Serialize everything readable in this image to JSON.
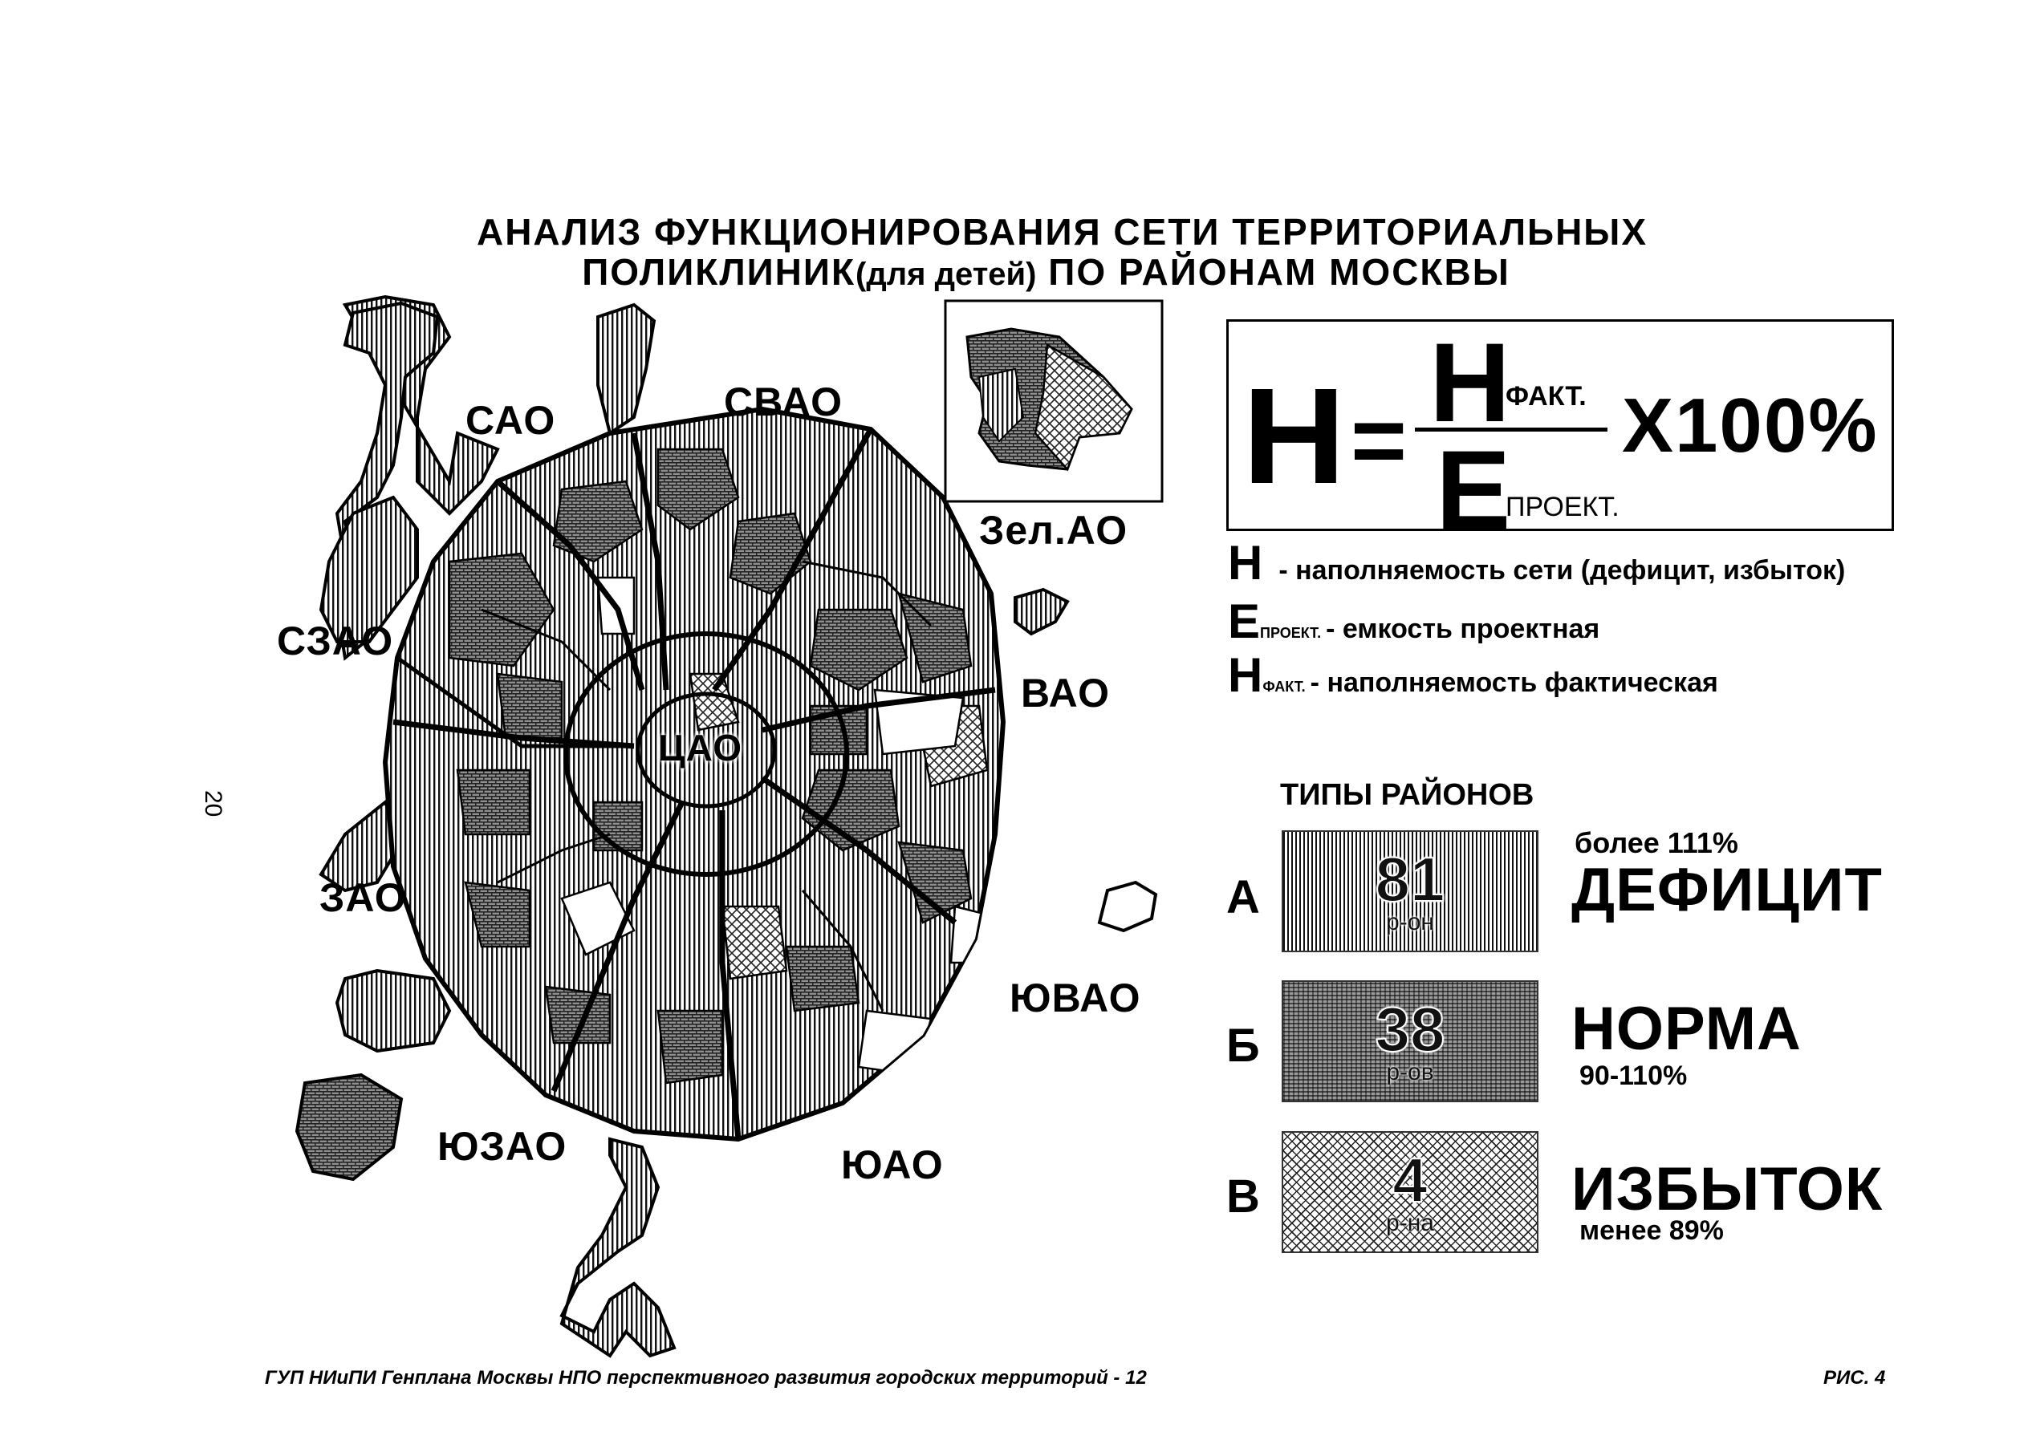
{
  "title": {
    "line1": "АНАЛИЗ ФУНКЦИОНИРОВАНИЯ СЕТИ ТЕРРИТОРИАЛЬНЫХ",
    "line2_a": "ПОЛИКЛИНИК",
    "line2_b": "(для детей)",
    "line2_c": "ПО РАЙОНАМ МОСКВЫ"
  },
  "formula": {
    "lhs": "Н",
    "eq": "=",
    "num": "Н",
    "num_sub": "ФАКТ.",
    "den": "Е",
    "den_sub": "ПРОЕКТ.",
    "mult": "Х100%"
  },
  "definitions": [
    {
      "letter": "Н",
      "sub": "",
      "text": "- наполняемость сети (дефицит, избыток)"
    },
    {
      "letter": "Е",
      "sub": "ПРОЕКТ.",
      "text": "- емкость проектная"
    },
    {
      "letter": "Н",
      "sub": "ФАКТ.",
      "text": "- наполняемость фактическая"
    }
  ],
  "types": {
    "title": "ТИПЫ РАЙОНОВ",
    "items": [
      {
        "letter": "А",
        "count": "81",
        "unit": "р-он",
        "top_note": "более 111%",
        "status": "ДЕФИЦИТ",
        "bottom_note": ""
      },
      {
        "letter": "Б",
        "count": "38",
        "unit": "р-ов",
        "top_note": "",
        "status": "НОРМА",
        "bottom_note": "90-110%"
      },
      {
        "letter": "В",
        "count": "4",
        "unit": "р-на",
        "top_note": "",
        "status": "ИЗБЫТОК",
        "bottom_note": "менее 89%"
      }
    ]
  },
  "map": {
    "inset_label": "Зел.АО",
    "okrugs": {
      "sao": "САО",
      "svao": "СВАО",
      "szao": "СЗАО",
      "vao": "ВАО",
      "cao": "ЦАО",
      "zao": "ЗАО",
      "yuvao": "ЮВАО",
      "yuzao": "ЮЗАО",
      "yuao": "ЮАО"
    }
  },
  "page_number": "20",
  "footer": {
    "left": "ГУП НИиПИ Генплана Москвы  НПО перспективного развития городских территорий - 12",
    "right": "РИС. 4"
  },
  "colors": {
    "ink": "#000000",
    "paper": "#ffffff"
  }
}
